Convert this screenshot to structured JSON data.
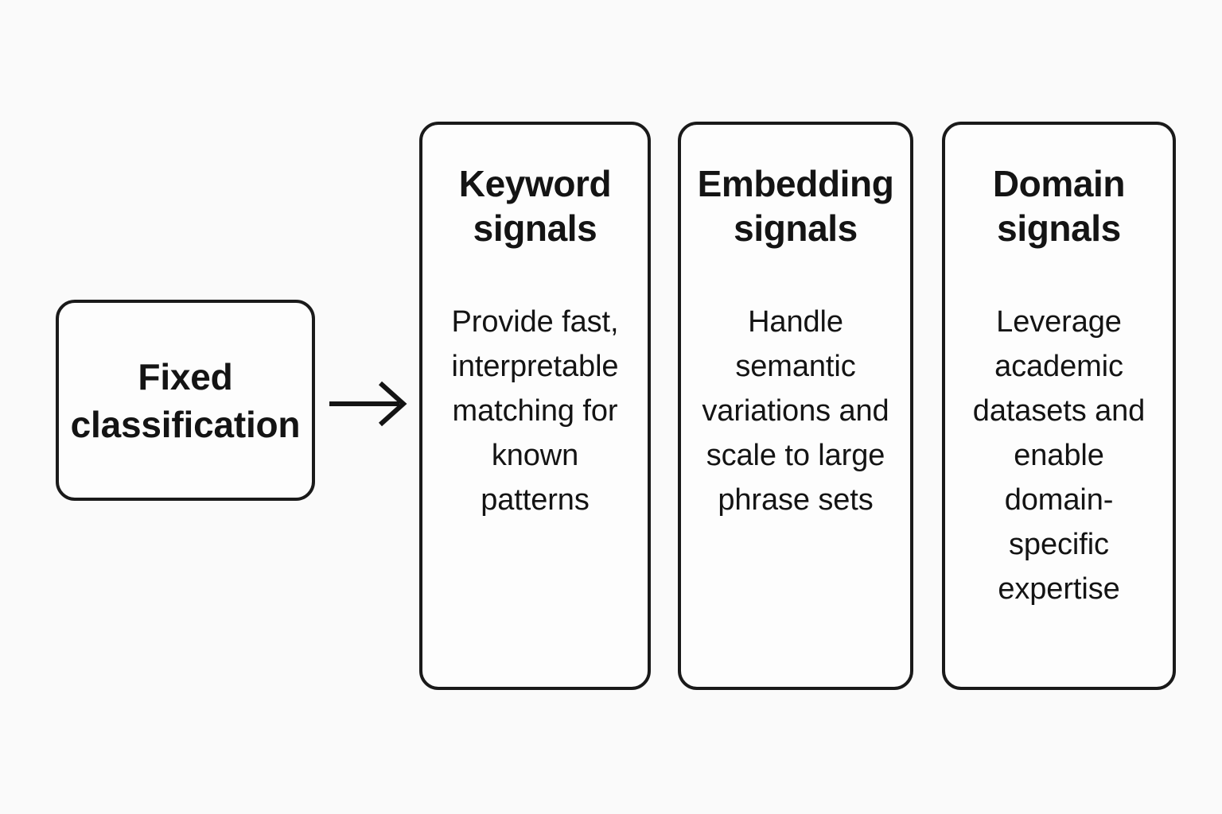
{
  "diagram": {
    "background_color": "#fafafa",
    "stroke_color": "#1a1a1a",
    "text_color": "#141414",
    "source": {
      "label": "Fixed classification"
    },
    "connector": {
      "icon": "arrow-right-icon"
    },
    "cards": [
      {
        "title": "Keyword signals",
        "body": "Provide fast, interpretable matching for known patterns"
      },
      {
        "title": "Embedding signals",
        "body": "Handle semantic variations and scale to large phrase sets"
      },
      {
        "title": "Domain signals",
        "body": "Leverage academic datasets and enable domain-specific expertise"
      }
    ]
  }
}
